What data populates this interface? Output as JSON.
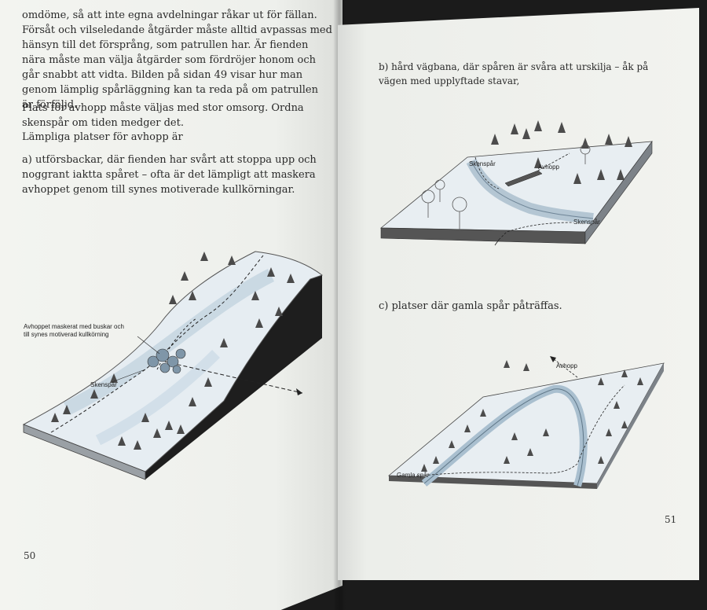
{
  "left_page": {
    "paragraphs": [
      "omdöme, så att inte egna avdelningar råkar ut för fällan. Försåt och vilseledande åtgärder måste alltid avpassas med hänsyn till det försprång, som patrullen har. Är fienden nära måste man välja åtgärder som fördröjer honom och går snabbt att vidta. Bilden på sidan 49 visar hur man genom lämplig spårläggning kan ta reda på om patrullen är förföljd.",
      "Plats för avhopp måste väljas med stor omsorg. Ordna skenspår om tiden medger det.",
      "Lämpliga platser för avhopp är",
      "a) utförsbackar, där fienden har svårt att stoppa upp och noggrant iaktta spåret – ofta är det lämpligt att maskera avhoppet genom till synes motiverade kullkörningar."
    ],
    "figure_labels": {
      "annotation_line1": "Avhoppet maskerat med buskar och",
      "annotation_line2": "till synes motiverad kullkörning",
      "skenspar": "Skenspår"
    },
    "page_number": "50"
  },
  "right_page": {
    "caption_b": "b) hård vägbana, där spåren är svåra att urskilja – åk på vägen med upplyftade stavar,",
    "figure_b_labels": {
      "skenspar_left": "Skenspår",
      "avhopp": "Avhopp",
      "skenspar_right": "Skenspår"
    },
    "caption_c": "c) platser där gamla spår påträffas.",
    "figure_c_labels": {
      "gamla_spar": "Gamla spår",
      "avhopp": "Avhopp"
    },
    "page_number": "51"
  }
}
